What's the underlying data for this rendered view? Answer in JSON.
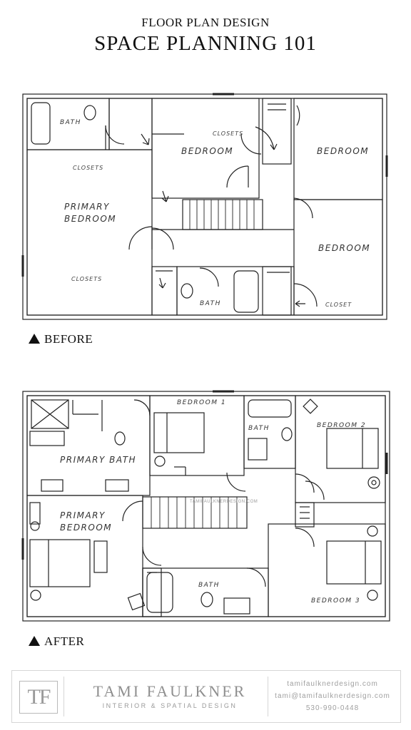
{
  "header": {
    "kicker": "FLOOR PLAN DESIGN",
    "title": "SPACE PLANNING 101"
  },
  "before": {
    "label": "BEFORE",
    "rooms": {
      "bath_top": "BATH",
      "bedroom_top": "BEDROOM",
      "bedroom_right_top": "BEDROOM",
      "primary_bedroom_line1": "PRIMARY",
      "primary_bedroom_line2": "BEDROOM",
      "bedroom_right_bottom": "BEDROOM",
      "bath_bottom": "BATH"
    },
    "notes": {
      "closets_1": "CLOSETS",
      "closets_2": "CLOSETS",
      "closets_3": "CLOSETS",
      "closet": "CLOSET"
    }
  },
  "after": {
    "label": "AFTER",
    "watermark": "TAMIFAULKNERDESIGN.COM",
    "rooms": {
      "bedroom_1": "BEDROOM 1",
      "bath_mid": "BATH",
      "bedroom_2": "BEDROOM 2",
      "primary_bath": "PRIMARY BATH",
      "primary_bedroom_line1": "PRIMARY",
      "primary_bedroom_line2": "BEDROOM",
      "bath_bottom": "BATH",
      "bedroom_3": "BEDROOM 3"
    }
  },
  "footer": {
    "logo": "TF",
    "name": "TAMI FAULKNER",
    "tagline": "INTERIOR & SPATIAL DESIGN",
    "website": "tamifaulknerdesign.com",
    "email": "tami@tamifaulknerdesign.com",
    "phone": "530-990-0448"
  }
}
